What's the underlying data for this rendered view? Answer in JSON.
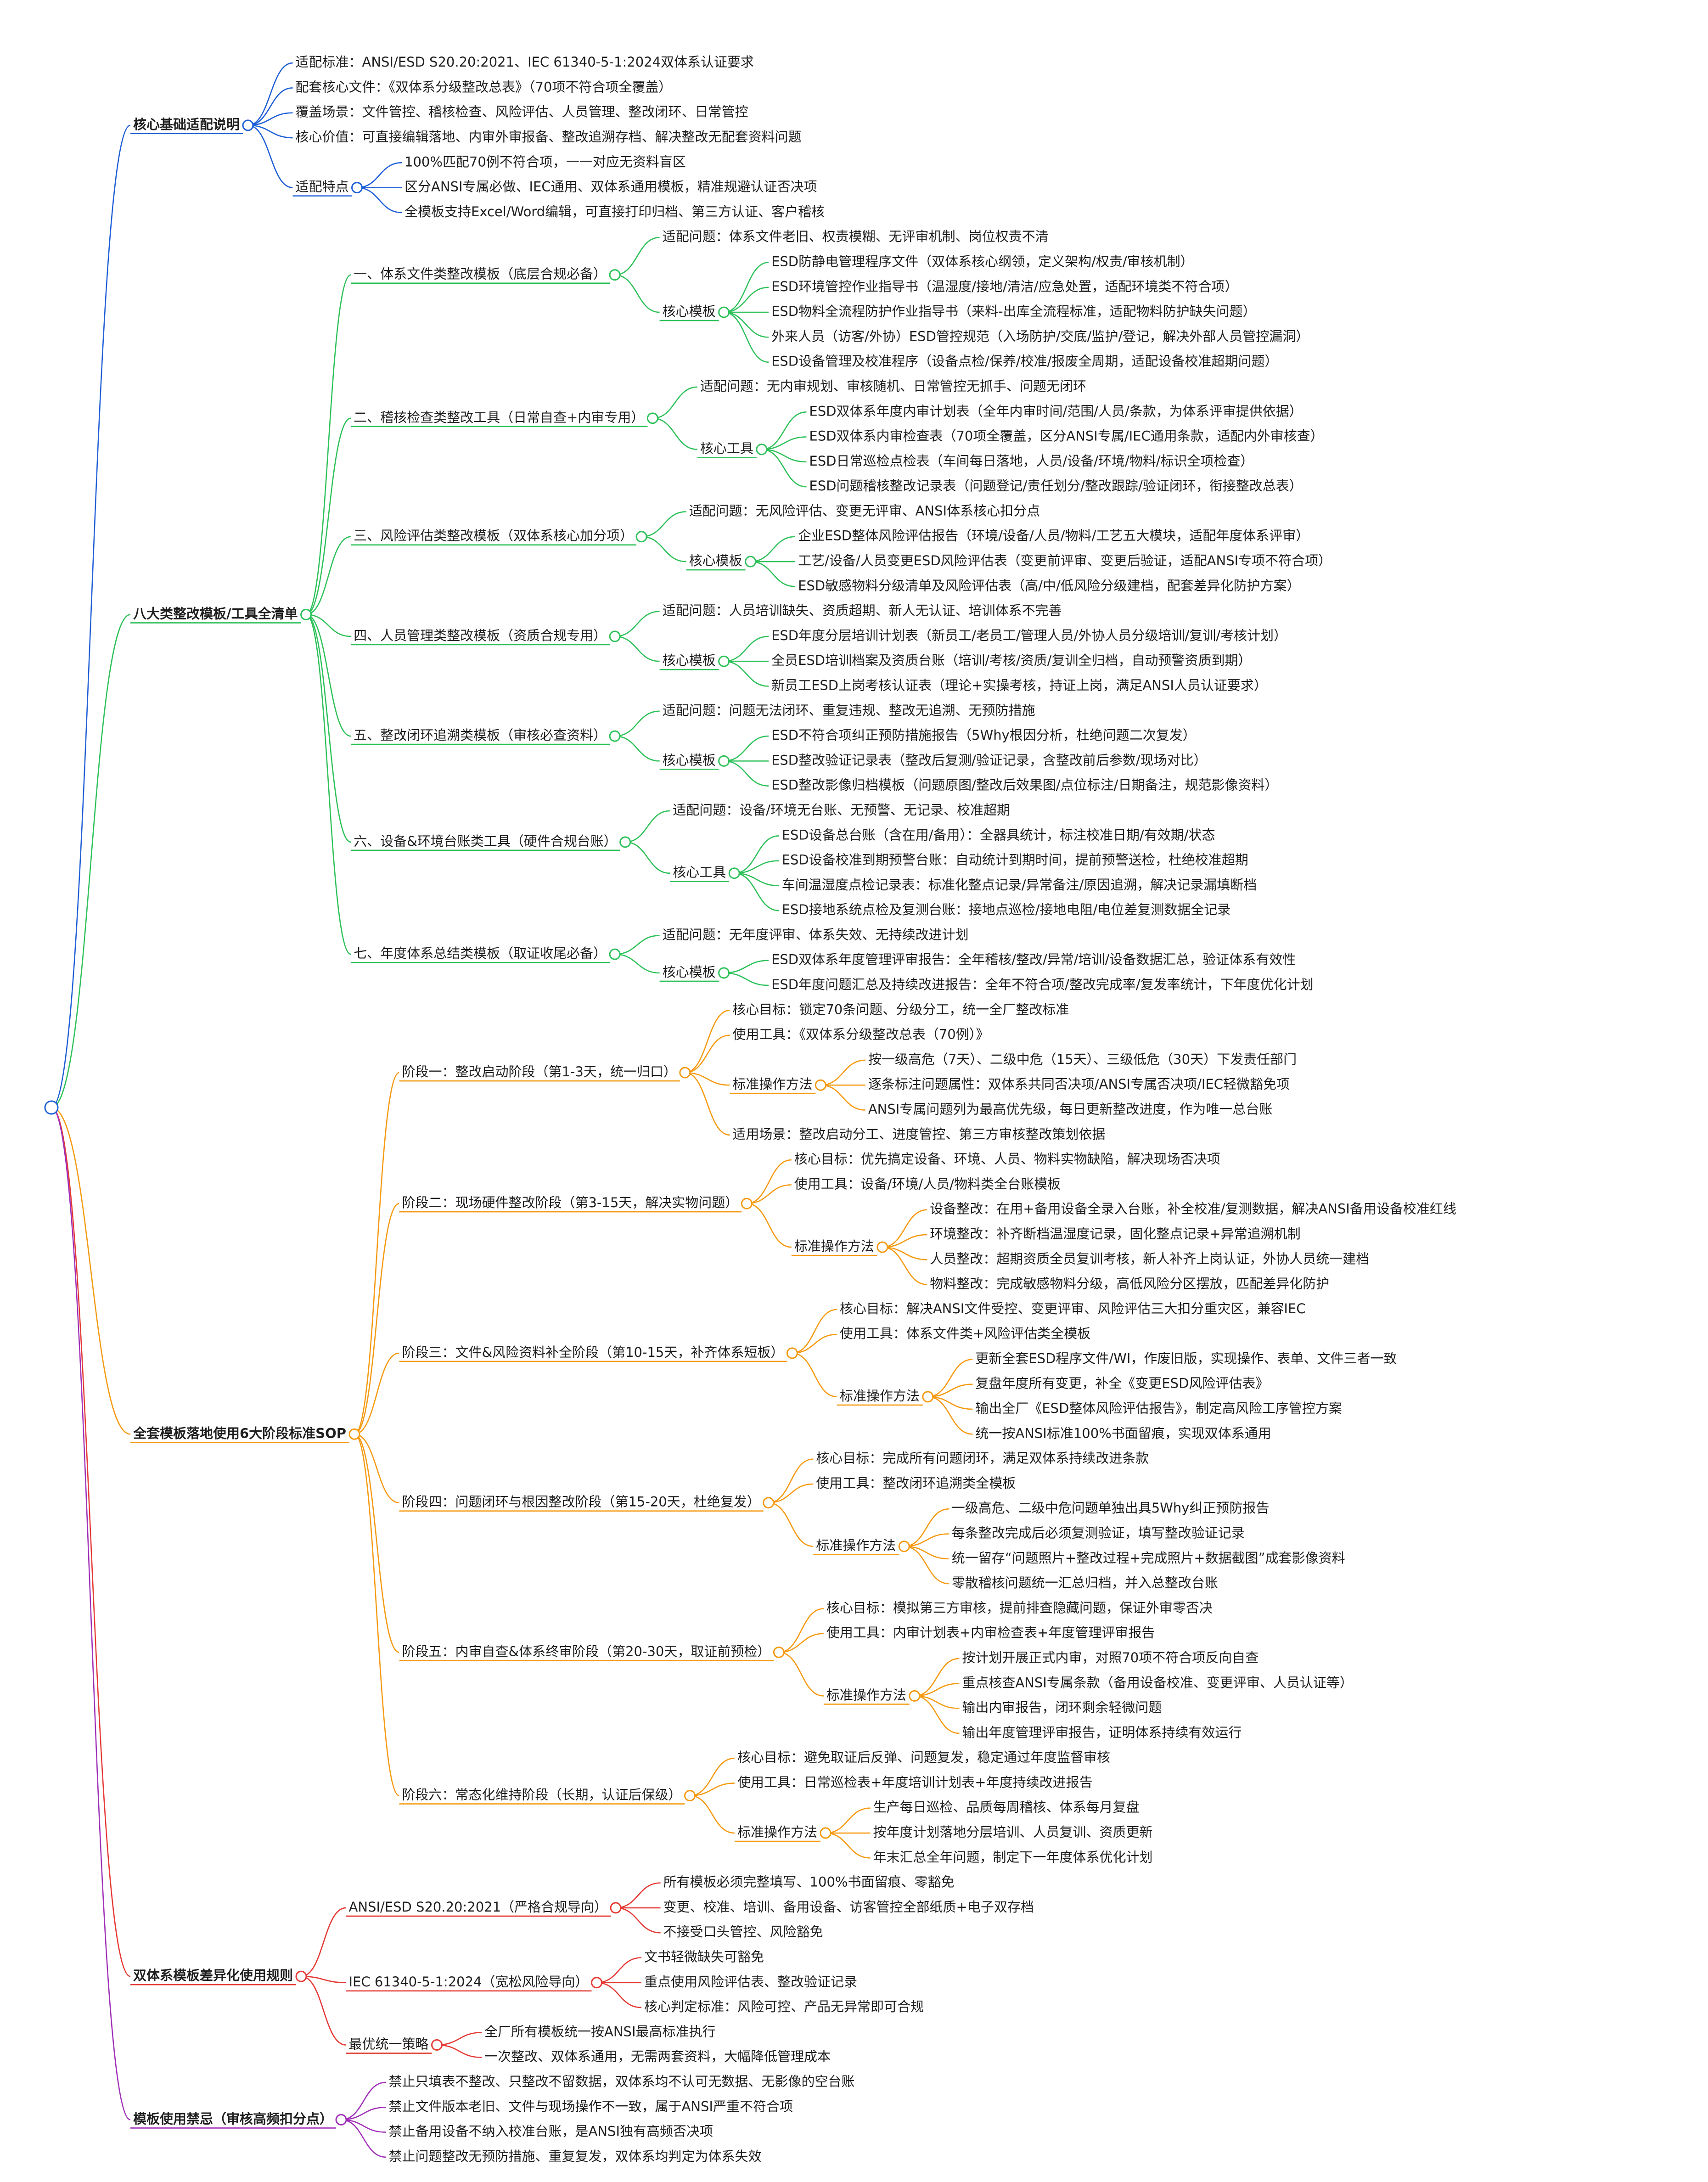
{
  "colors": {
    "blue": "#1f5fd6",
    "green": "#2ec15a",
    "orange": "#f59a12",
    "red": "#e53935",
    "purple": "#a02fb8"
  },
  "tree": [
    {
      "label": "核心基础适配说明",
      "color": "blue",
      "children": [
        {
          "label": "适配标准：ANSI/ESD S20.20:2021、IEC 61340-5-1:2024双体系认证要求"
        },
        {
          "label": "配套核心文件：《双体系分级整改总表》（70项不符合项全覆盖）"
        },
        {
          "label": "覆盖场景：文件管控、稽核检查、风险评估、人员管理、整改闭环、日常管控"
        },
        {
          "label": "核心价值：可直接编辑落地、内审外审报备、整改追溯存档、解决整改无配套资料问题"
        },
        {
          "label": "适配特点",
          "children": [
            {
              "label": "100%匹配70例不符合项，一一对应无资料盲区"
            },
            {
              "label": "区分ANSI专属必做、IEC通用、双体系通用模板，精准规避认证否决项"
            },
            {
              "label": "全模板支持Excel/Word编辑，可直接打印归档、第三方认证、客户稽核"
            }
          ]
        }
      ]
    },
    {
      "label": "八大类整改模板/工具全清单",
      "color": "green",
      "children": [
        {
          "label": "一、体系文件类整改模板（底层合规必备）",
          "children": [
            {
              "label": "适配问题：体系文件老旧、权责模糊、无评审机制、岗位权责不清"
            },
            {
              "label": "核心模板",
              "children": [
                {
                  "label": "ESD防静电管理程序文件（双体系核心纲领，定义架构/权责/审核机制）"
                },
                {
                  "label": "ESD环境管控作业指导书（温湿度/接地/清洁/应急处置，适配环境类不符合项）"
                },
                {
                  "label": "ESD物料全流程防护作业指导书（来料-出库全流程标准，适配物料防护缺失问题）"
                },
                {
                  "label": "外来人员（访客/外协）ESD管控规范（入场防护/交底/监护/登记，解决外部人员管控漏洞）"
                },
                {
                  "label": "ESD设备管理及校准程序（设备点检/保养/校准/报废全周期，适配设备校准超期问题）"
                }
              ]
            }
          ]
        },
        {
          "label": "二、稽核检查类整改工具（日常自查+内审专用）",
          "children": [
            {
              "label": "适配问题：无内审规划、审核随机、日常管控无抓手、问题无闭环"
            },
            {
              "label": "核心工具",
              "children": [
                {
                  "label": "ESD双体系年度内审计划表（全年内审时间/范围/人员/条款，为体系评审提供依据）"
                },
                {
                  "label": "ESD双体系内审检查表（70项全覆盖，区分ANSI专属/IEC通用条款，适配内外审核查）"
                },
                {
                  "label": "ESD日常巡检点检表（车间每日落地，人员/设备/环境/物料/标识全项检查）"
                },
                {
                  "label": "ESD问题稽核整改记录表（问题登记/责任划分/整改跟踪/验证闭环，衔接整改总表）"
                }
              ]
            }
          ]
        },
        {
          "label": "三、风险评估类整改模板（双体系核心加分项）",
          "children": [
            {
              "label": "适配问题：无风险评估、变更无评审、ANSI体系核心扣分点"
            },
            {
              "label": "核心模板",
              "children": [
                {
                  "label": "企业ESD整体风险评估报告（环境/设备/人员/物料/工艺五大模块，适配年度体系评审）"
                },
                {
                  "label": "工艺/设备/人员变更ESD风险评估表（变更前评审、变更后验证，适配ANSI专项不符合项）"
                },
                {
                  "label": "ESD敏感物料分级清单及风险评估表（高/中/低风险分级建档，配套差异化防护方案）"
                }
              ]
            }
          ]
        },
        {
          "label": "四、人员管理类整改模板（资质合规专用）",
          "children": [
            {
              "label": "适配问题：人员培训缺失、资质超期、新人无认证、培训体系不完善"
            },
            {
              "label": "核心模板",
              "children": [
                {
                  "label": "ESD年度分层培训计划表（新员工/老员工/管理人员/外协人员分级培训/复训/考核计划）"
                },
                {
                  "label": "全员ESD培训档案及资质台账（培训/考核/资质/复训全归档，自动预警资质到期）"
                },
                {
                  "label": "新员工ESD上岗考核认证表（理论+实操考核，持证上岗，满足ANSI人员认证要求）"
                }
              ]
            }
          ]
        },
        {
          "label": "五、整改闭环追溯类模板（审核必查资料）",
          "children": [
            {
              "label": "适配问题：问题无法闭环、重复违规、整改无追溯、无预防措施"
            },
            {
              "label": "核心模板",
              "children": [
                {
                  "label": "ESD不符合项纠正预防措施报告（5Why根因分析，杜绝问题二次复发）"
                },
                {
                  "label": "ESD整改验证记录表（整改后复测/验证记录，含整改前后参数/现场对比）"
                },
                {
                  "label": "ESD整改影像归档模板（问题原图/整改后效果图/点位标注/日期备注，规范影像资料）"
                }
              ]
            }
          ]
        },
        {
          "label": "六、设备&环境台账类工具（硬件合规台账）",
          "children": [
            {
              "label": "适配问题：设备/环境无台账、无预警、无记录、校准超期"
            },
            {
              "label": "核心工具",
              "children": [
                {
                  "label": "ESD设备总台账（含在用/备用）：全器具统计，标注校准日期/有效期/状态"
                },
                {
                  "label": "ESD设备校准到期预警台账：自动统计到期时间，提前预警送检，杜绝校准超期"
                },
                {
                  "label": "车间温湿度点检记录表：标准化整点记录/异常备注/原因追溯，解决记录漏填断档"
                },
                {
                  "label": "ESD接地系统点检及复测台账：接地点巡检/接地电阻/电位差复测数据全记录"
                }
              ]
            }
          ]
        },
        {
          "label": "七、年度体系总结类模板（取证收尾必备）",
          "children": [
            {
              "label": "适配问题：无年度评审、体系失效、无持续改进计划"
            },
            {
              "label": "核心模板",
              "children": [
                {
                  "label": "ESD双体系年度管理评审报告：全年稽核/整改/异常/培训/设备数据汇总，验证体系有效性"
                },
                {
                  "label": "ESD年度问题汇总及持续改进报告：全年不符合项/整改完成率/复发率统计，下年度优化计划"
                }
              ]
            }
          ]
        }
      ]
    },
    {
      "label": "全套模板落地使用6大阶段标准SOP",
      "color": "orange",
      "children": [
        {
          "label": "阶段一：整改启动阶段（第1-3天，统一归口）",
          "children": [
            {
              "label": "核心目标：锁定70条问题、分级分工，统一全厂整改标准"
            },
            {
              "label": "使用工具：《双体系分级整改总表（70例）》"
            },
            {
              "label": "标准操作方法",
              "children": [
                {
                  "label": "按一级高危（7天）、二级中危（15天）、三级低危（30天）下发责任部门"
                },
                {
                  "label": "逐条标注问题属性：双体系共同否决项/ANSI专属否决项/IEC轻微豁免项"
                },
                {
                  "label": "ANSI专属问题列为最高优先级，每日更新整改进度，作为唯一总台账"
                }
              ]
            },
            {
              "label": "适用场景：整改启动分工、进度管控、第三方审核整改策划依据"
            }
          ]
        },
        {
          "label": "阶段二：现场硬件整改阶段（第3-15天，解决实物问题）",
          "children": [
            {
              "label": "核心目标：优先搞定设备、环境、人员、物料实物缺陷，解决现场否决项"
            },
            {
              "label": "使用工具：设备/环境/人员/物料类全台账模板"
            },
            {
              "label": "标准操作方法",
              "children": [
                {
                  "label": "设备整改：在用+备用设备全录入台账，补全校准/复测数据，解决ANSI备用设备校准红线"
                },
                {
                  "label": "环境整改：补齐断档温湿度记录，固化整点记录+异常追溯机制"
                },
                {
                  "label": "人员整改：超期资质全员复训考核，新人补齐上岗认证，外协人员统一建档"
                },
                {
                  "label": "物料整改：完成敏感物料分级，高低风险分区摆放，匹配差异化防护"
                }
              ]
            }
          ]
        },
        {
          "label": "阶段三：文件&风险资料补全阶段（第10-15天，补齐体系短板）",
          "children": [
            {
              "label": "核心目标：解决ANSI文件受控、变更评审、风险评估三大扣分重灾区，兼容IEC"
            },
            {
              "label": "使用工具：体系文件类+风险评估类全模板"
            },
            {
              "label": "标准操作方法",
              "children": [
                {
                  "label": "更新全套ESD程序文件/WI，作废旧版，实现操作、表单、文件三者一致"
                },
                {
                  "label": "复盘年度所有变更，补全《变更ESD风险评估表》"
                },
                {
                  "label": "输出全厂《ESD整体风险评估报告》，制定高风险工序管控方案"
                },
                {
                  "label": "统一按ANSI标准100%书面留痕，实现双体系通用"
                }
              ]
            }
          ]
        },
        {
          "label": "阶段四：问题闭环与根因整改阶段（第15-20天，杜绝复发）",
          "children": [
            {
              "label": "核心目标：完成所有问题闭环，满足双体系持续改进条款"
            },
            {
              "label": "使用工具：整改闭环追溯类全模板"
            },
            {
              "label": "标准操作方法",
              "children": [
                {
                  "label": "一级高危、二级中危问题单独出具5Why纠正预防报告"
                },
                {
                  "label": "每条整改完成后必须复测验证，填写整改验证记录"
                },
                {
                  "label": "统一留存“问题照片+整改过程+完成照片+数据截图”成套影像资料"
                },
                {
                  "label": "零散稽核问题统一汇总归档，并入总整改台账"
                }
              ]
            }
          ]
        },
        {
          "label": "阶段五：内审自查&体系终审阶段（第20-30天，取证前预检）",
          "children": [
            {
              "label": "核心目标：模拟第三方审核，提前排查隐藏问题，保证外审零否决"
            },
            {
              "label": "使用工具：内审计划表+内审检查表+年度管理评审报告"
            },
            {
              "label": "标准操作方法",
              "children": [
                {
                  "label": "按计划开展正式内审，对照70项不符合项反向自查"
                },
                {
                  "label": "重点核查ANSI专属条款（备用设备校准、变更评审、人员认证等）"
                },
                {
                  "label": "输出内审报告，闭环剩余轻微问题"
                },
                {
                  "label": "输出年度管理评审报告，证明体系持续有效运行"
                }
              ]
            }
          ]
        },
        {
          "label": "阶段六：常态化维持阶段（长期，认证后保级）",
          "children": [
            {
              "label": "核心目标：避免取证后反弹、问题复发，稳定通过年度监督审核"
            },
            {
              "label": "使用工具：日常巡检表+年度培训计划表+年度持续改进报告"
            },
            {
              "label": "标准操作方法",
              "children": [
                {
                  "label": "生产每日巡检、品质每周稽核、体系每月复盘"
                },
                {
                  "label": "按年度计划落地分层培训、人员复训、资质更新"
                },
                {
                  "label": "年末汇总全年问题，制定下一年度体系优化计划"
                }
              ]
            }
          ]
        }
      ]
    },
    {
      "label": "双体系模板差异化使用规则",
      "color": "red",
      "children": [
        {
          "label": "ANSI/ESD S20.20:2021（严格合规导向）",
          "children": [
            {
              "label": "所有模板必须完整填写、100%书面留痕、零豁免"
            },
            {
              "label": "变更、校准、培训、备用设备、访客管控全部纸质+电子双存档"
            },
            {
              "label": "不接受口头管控、风险豁免"
            }
          ]
        },
        {
          "label": "IEC 61340-5-1:2024（宽松风险导向）",
          "children": [
            {
              "label": "文书轻微缺失可豁免"
            },
            {
              "label": "重点使用风险评估表、整改验证记录"
            },
            {
              "label": "核心判定标准：风险可控、产品无异常即可合规"
            }
          ]
        },
        {
          "label": "最优统一策略",
          "children": [
            {
              "label": "全厂所有模板统一按ANSI最高标准执行"
            },
            {
              "label": "一次整改、双体系通用，无需两套资料，大幅降低管理成本"
            }
          ]
        }
      ]
    },
    {
      "label": "模板使用禁忌（审核高频扣分点）",
      "color": "purple",
      "children": [
        {
          "label": "禁止只填表不整改、只整改不留数据，双体系均不认可无数据、无影像的空台账"
        },
        {
          "label": "禁止文件版本老旧、文件与现场操作不一致，属于ANSI严重不符合项"
        },
        {
          "label": "禁止备用设备不纳入校准台账，是ANSI独有高频否决项"
        },
        {
          "label": "禁止问题整改无预防措施、重复复发，双体系均判定为体系失效"
        }
      ]
    }
  ]
}
